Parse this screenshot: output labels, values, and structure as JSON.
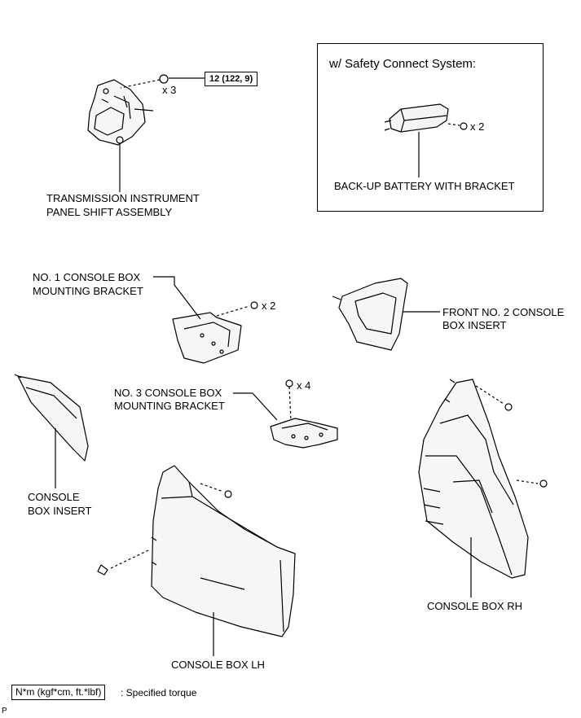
{
  "labels": {
    "transmission_line1": "TRANSMISSION INSTRUMENT",
    "transmission_line2": "PANEL SHIFT ASSEMBLY",
    "callout_title": "w/ Safety Connect System:",
    "backup_battery": "BACK-UP BATTERY WITH BRACKET",
    "no1_line1": "NO. 1 CONSOLE BOX",
    "no1_line2": "MOUNTING BRACKET",
    "front_no2_line1": "FRONT NO. 2 CONSOLE",
    "front_no2_line2": "BOX INSERT",
    "no3_line1": "NO. 3 CONSOLE BOX",
    "no3_line2": "MOUNTING BRACKET",
    "console_insert_line1": "CONSOLE",
    "console_insert_line2": "BOX INSERT",
    "console_rh": "CONSOLE BOX RH",
    "console_lh": "CONSOLE BOX LH"
  },
  "quantities": {
    "shift_nuts": "x 3",
    "battery_bolts": "x 2",
    "bracket1_bolts": "x 2",
    "bracket3_bolts": "x 4"
  },
  "torque": {
    "shift_assembly": "12 (122, 9)"
  },
  "legend": {
    "unit_box": "N*m (kgf*cm, ft.*lbf)",
    "unit_text": ": Specified torque"
  },
  "corner_mark": "P"
}
